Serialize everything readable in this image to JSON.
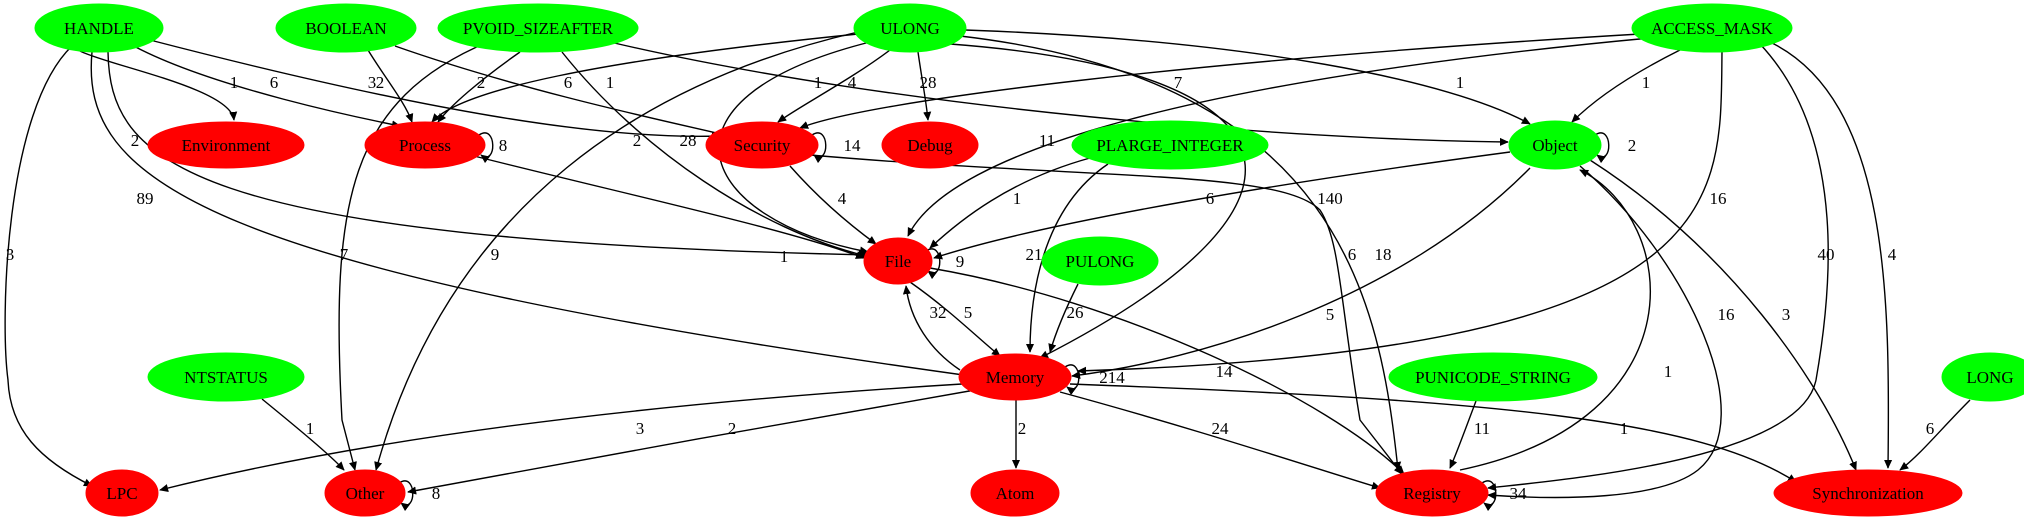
{
  "colors": {
    "type_node": "#00ff00",
    "category_node": "#ff0000",
    "edge": "#000000"
  },
  "nodes": [
    {
      "id": "HANDLE",
      "label": "HANDLE",
      "kind": "type"
    },
    {
      "id": "BOOLEAN",
      "label": "BOOLEAN",
      "kind": "type"
    },
    {
      "id": "PVOID_SIZEAFTER",
      "label": "PVOID_SIZEAFTER",
      "kind": "type"
    },
    {
      "id": "ULONG",
      "label": "ULONG",
      "kind": "type"
    },
    {
      "id": "ACCESS_MASK",
      "label": "ACCESS_MASK",
      "kind": "type"
    },
    {
      "id": "PLARGE_INTEGER",
      "label": "PLARGE_INTEGER",
      "kind": "type"
    },
    {
      "id": "PULONG",
      "label": "PULONG",
      "kind": "type"
    },
    {
      "id": "NTSTATUS",
      "label": "NTSTATUS",
      "kind": "type"
    },
    {
      "id": "PUNICODE_STRING",
      "label": "PUNICODE_STRING",
      "kind": "type"
    },
    {
      "id": "LONG",
      "label": "LONG",
      "kind": "type"
    },
    {
      "id": "Object",
      "label": "Object",
      "kind": "type"
    },
    {
      "id": "Environment",
      "label": "Environment",
      "kind": "category"
    },
    {
      "id": "Process",
      "label": "Process",
      "kind": "category"
    },
    {
      "id": "Security",
      "label": "Security",
      "kind": "category"
    },
    {
      "id": "Debug",
      "label": "Debug",
      "kind": "category"
    },
    {
      "id": "File",
      "label": "File",
      "kind": "category"
    },
    {
      "id": "Memory",
      "label": "Memory",
      "kind": "category"
    },
    {
      "id": "LPC",
      "label": "LPC",
      "kind": "category"
    },
    {
      "id": "Other",
      "label": "Other",
      "kind": "category"
    },
    {
      "id": "Atom",
      "label": "Atom",
      "kind": "category"
    },
    {
      "id": "Registry",
      "label": "Registry",
      "kind": "category"
    },
    {
      "id": "Synchronization",
      "label": "Synchronization",
      "kind": "category"
    }
  ],
  "edges": [
    {
      "from": "HANDLE",
      "to": "Environment",
      "label": "1"
    },
    {
      "from": "HANDLE",
      "to": "Process",
      "label": "6"
    },
    {
      "from": "HANDLE",
      "to": "Security",
      "label": "3"
    },
    {
      "from": "HANDLE",
      "to": "File",
      "label": "2"
    },
    {
      "from": "HANDLE",
      "to": "Memory",
      "label": "89"
    },
    {
      "from": "HANDLE",
      "to": "LPC",
      "label": "3"
    },
    {
      "from": "BOOLEAN",
      "to": "Process",
      "label": "2"
    },
    {
      "from": "BOOLEAN",
      "to": "Security",
      "label": "6"
    },
    {
      "from": "PVOID_SIZEAFTER",
      "to": "Process",
      "label": "2"
    },
    {
      "from": "PVOID_SIZEAFTER",
      "to": "Object",
      "label": "1"
    },
    {
      "from": "PVOID_SIZEAFTER",
      "to": "File",
      "label": "2"
    },
    {
      "from": "PVOID_SIZEAFTER",
      "to": "Other",
      "label": "7"
    },
    {
      "from": "ULONG",
      "to": "Process",
      "label": "1"
    },
    {
      "from": "ULONG",
      "to": "Security",
      "label": "4"
    },
    {
      "from": "ULONG",
      "to": "Debug",
      "label": "28"
    },
    {
      "from": "ULONG",
      "to": "Object",
      "label": "1"
    },
    {
      "from": "ULONG",
      "to": "File",
      "label": "28"
    },
    {
      "from": "ULONG",
      "to": "Memory",
      "label": "140"
    },
    {
      "from": "ULONG",
      "to": "Registry",
      "label": "18"
    },
    {
      "from": "ULONG",
      "to": "Other",
      "label": "9"
    },
    {
      "from": "ACCESS_MASK",
      "to": "Security",
      "label": "7"
    },
    {
      "from": "ACCESS_MASK",
      "to": "Object",
      "label": "1"
    },
    {
      "from": "ACCESS_MASK",
      "to": "File",
      "label": "11"
    },
    {
      "from": "ACCESS_MASK",
      "to": "Memory",
      "label": "16"
    },
    {
      "from": "ACCESS_MASK",
      "to": "Registry",
      "label": "40"
    },
    {
      "from": "ACCESS_MASK",
      "to": "Synchronization",
      "label": "4"
    },
    {
      "from": "PLARGE_INTEGER",
      "to": "File",
      "label": "1"
    },
    {
      "from": "PLARGE_INTEGER",
      "to": "Memory",
      "label": "21"
    },
    {
      "from": "PULONG",
      "to": "Memory",
      "label": "26"
    },
    {
      "from": "NTSTATUS",
      "to": "Other",
      "label": "1"
    },
    {
      "from": "PUNICODE_STRING",
      "to": "Registry",
      "label": "11"
    },
    {
      "from": "LONG",
      "to": "Synchronization",
      "label": "6"
    },
    {
      "from": "Process",
      "to": "Process",
      "label": "8"
    },
    {
      "from": "Process",
      "to": "File",
      "label": "1"
    },
    {
      "from": "Security",
      "to": "Security",
      "label": "14"
    },
    {
      "from": "Security",
      "to": "File",
      "label": "4"
    },
    {
      "from": "Security",
      "to": "Registry",
      "label": "5"
    },
    {
      "from": "Object",
      "to": "Object",
      "label": "2"
    },
    {
      "from": "Object",
      "to": "File",
      "label": "6"
    },
    {
      "from": "Object",
      "to": "Memory",
      "label": "6"
    },
    {
      "from": "Object",
      "to": "Registry",
      "label": "16"
    },
    {
      "from": "Object",
      "to": "Synchronization",
      "label": "3"
    },
    {
      "from": "File",
      "to": "File",
      "label": "9"
    },
    {
      "from": "File",
      "to": "Memory",
      "label": "5"
    },
    {
      "from": "Memory",
      "to": "File",
      "label": "32"
    },
    {
      "from": "File",
      "to": "Registry",
      "label": "14"
    },
    {
      "from": "Memory",
      "to": "Memory",
      "label": "214"
    },
    {
      "from": "Memory",
      "to": "LPC",
      "label": "3"
    },
    {
      "from": "Memory",
      "to": "Other",
      "label": "2"
    },
    {
      "from": "Memory",
      "to": "Atom",
      "label": "2"
    },
    {
      "from": "Memory",
      "to": "Registry",
      "label": "24"
    },
    {
      "from": "Memory",
      "to": "Synchronization",
      "label": "1"
    },
    {
      "from": "Registry",
      "to": "Registry",
      "label": "34"
    },
    {
      "from": "Registry",
      "to": "Object",
      "label": "1"
    },
    {
      "from": "Other",
      "to": "Other",
      "label": "8"
    }
  ]
}
